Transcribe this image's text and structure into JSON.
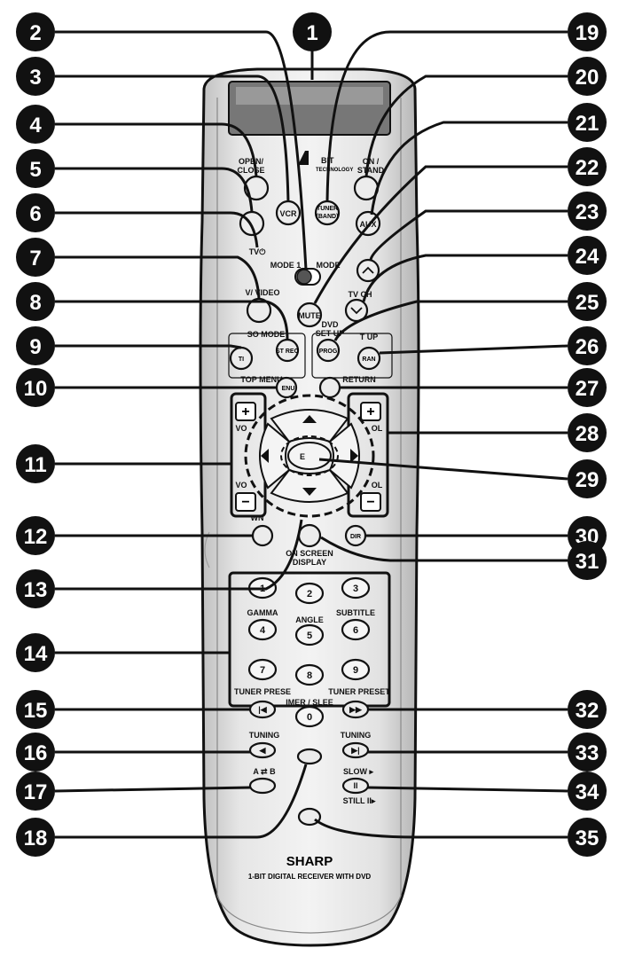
{
  "labels": {
    "open_close_1": "OPEN/",
    "open_close_2": "CLOSE",
    "on_stand_1": "ON /",
    "on_stand_2": "STAND",
    "bit_1": "BIT",
    "bit_2": "TECHNOLOGY",
    "vcr": "VCR",
    "tuner_1": "TUNER",
    "tuner_2": "(BAND)",
    "aux": "AUX",
    "tv_power": "TV⏻",
    "mode_1": "MODE 1",
    "mode_2": "MODE",
    "tv_video": "V/ VIDEO",
    "mute": "MUTE",
    "tv_ch": "TV CH",
    "dvd_setup_1": "DVD",
    "dvd_setup_2": "SET UP",
    "sound_mode": "SO    MODE",
    "set_up": "T UP",
    "prog": "PROG",
    "stereo": "ST REO",
    "ran": "RAN",
    "left_small": "TI",
    "top_menu": "TOP MENU",
    "menu": "ENU",
    "return": "RETURN",
    "vol_left_top": "VO",
    "vol_left_bot": "VO",
    "vol_right_top": "OL",
    "vol_right_bot": "OL",
    "enter": "E",
    "dwn": "WN",
    "dimmer": "DIR",
    "on_screen_1": "ON SCREEN",
    "on_screen_2": "DISPLAY",
    "gamma": "GAMMA",
    "angle": "ANGLE",
    "subtitle": "SUBTITLE",
    "tuner_preset_l": "TUNER PRESE",
    "tuner_preset_r": "TUNER PRESET",
    "timer_sleep": "IMER / SLEE",
    "tuning_l": "TUNING",
    "tuning_r": "TUNING",
    "ab": "A ⇄ B",
    "slow": "SLOW ▸",
    "still": "STILL II▸",
    "brand": "SHARP",
    "model": "1-BIT DIGITAL RECEIVER WITH DVD"
  },
  "keypad": [
    "1",
    "2",
    "3",
    "4",
    "5",
    "6",
    "7",
    "8",
    "9",
    "0"
  ],
  "callouts": [
    "1",
    "2",
    "3",
    "4",
    "5",
    "6",
    "7",
    "8",
    "9",
    "10",
    "11",
    "12",
    "13",
    "14",
    "15",
    "16",
    "17",
    "18",
    "19",
    "20",
    "21",
    "22",
    "23",
    "24",
    "25",
    "26",
    "27",
    "28",
    "29",
    "30",
    "31",
    "32",
    "33",
    "34",
    "35"
  ]
}
